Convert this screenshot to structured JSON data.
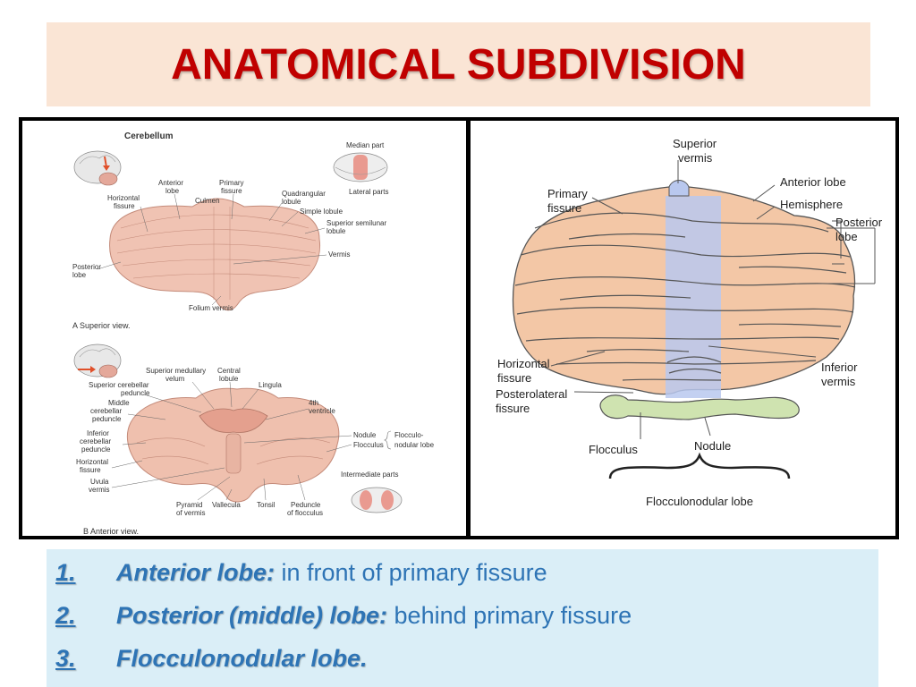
{
  "title": "ANATOMICAL SUBDIVISION",
  "left_figure": {
    "heading": "Cerebellum",
    "view_a_caption": "A  Superior view.",
    "view_b_caption": "B  Anterior view.",
    "labels_a": {
      "median_part": "Median part",
      "lateral_parts": "Lateral parts",
      "anterior_lobe": [
        "Anterior",
        "lobe"
      ],
      "primary_fissure": [
        "Primary",
        "fissure"
      ],
      "culmen": "Culmen",
      "horizontal_fissure": [
        "Horizontal",
        "fissure"
      ],
      "quadrangular_lobule": [
        "Quadrangular",
        "lobule"
      ],
      "simple_lobule": "Simple lobule",
      "superior_semilunar_lobule": [
        "Superior semilunar",
        "lobule"
      ],
      "vermis": "Vermis",
      "posterior_lobe": [
        "Posterior",
        "lobe"
      ],
      "folium_vermis": "Folium vermis"
    },
    "labels_b": {
      "superior_medullary_velum": [
        "Superior medullary",
        "velum"
      ],
      "central_lobule": [
        "Central",
        "lobule"
      ],
      "superior_cerebellar_peduncle": [
        "Superior cerebellar",
        "peduncle"
      ],
      "lingula": "Lingula",
      "middle_cerebellar_peduncle": [
        "Middle",
        "cerebellar",
        "peduncle"
      ],
      "fourth_ventricle": [
        "4th",
        "ventricle"
      ],
      "inferior_cerebellar_peduncle": [
        "Inferior",
        "cerebellar",
        "peduncle"
      ],
      "nodule": "Nodule",
      "flocculus": "Flocculus",
      "flocculonodular_lobe": [
        "Flocculo-",
        "nodular lobe"
      ],
      "horizontal_fissure": [
        "Horizontal",
        "fissure"
      ],
      "uvula_vermis": [
        "Uvula",
        "vermis"
      ],
      "intermediate_parts": "Intermediate parts",
      "pyramid_of_vermis": [
        "Pyramid",
        "of vermis"
      ],
      "vallecula": "Vallecula",
      "tonsil": "Tonsil",
      "peduncle_of_flocculus": [
        "Peduncle",
        "of flocculus"
      ]
    }
  },
  "right_figure": {
    "superior_vermis": [
      "Superior",
      "vermis"
    ],
    "anterior_lobe": "Anterior lobe",
    "primary_fissure": [
      "Primary",
      "fissure"
    ],
    "hemisphere": "Hemisphere",
    "posterior_lobe": [
      "Posterior",
      "lobe"
    ],
    "horizontal_fissure": [
      "Horizontal",
      "fissure"
    ],
    "posterolateral_fissure": [
      "Posterolateral",
      "fissure"
    ],
    "inferior_vermis": [
      "Inferior",
      "vermis"
    ],
    "flocculus": "Flocculus",
    "nodule": "Nodule",
    "flocculonodular_lobe": "Flocculonodular lobe"
  },
  "list": [
    {
      "number": "1.",
      "term": "Anterior lobe:",
      "desc": " in front of primary fissure"
    },
    {
      "number": "2.",
      "term": "Posterior (middle) lobe:",
      "desc": " behind primary fissure"
    },
    {
      "number": "3.",
      "term": "Flocculonodular lobe.",
      "desc": ""
    }
  ],
  "colors": {
    "title": "#c00000",
    "title_band": "#fae5d5",
    "list_bg": "#daeef7",
    "list_text": "#2e74b5",
    "cerebellum_tissue": "#f3c7a6",
    "vermis_band": "#b9c8ee",
    "flocculonodular": "#cfe3b0",
    "realistic_tissue": "#e8b79e"
  }
}
